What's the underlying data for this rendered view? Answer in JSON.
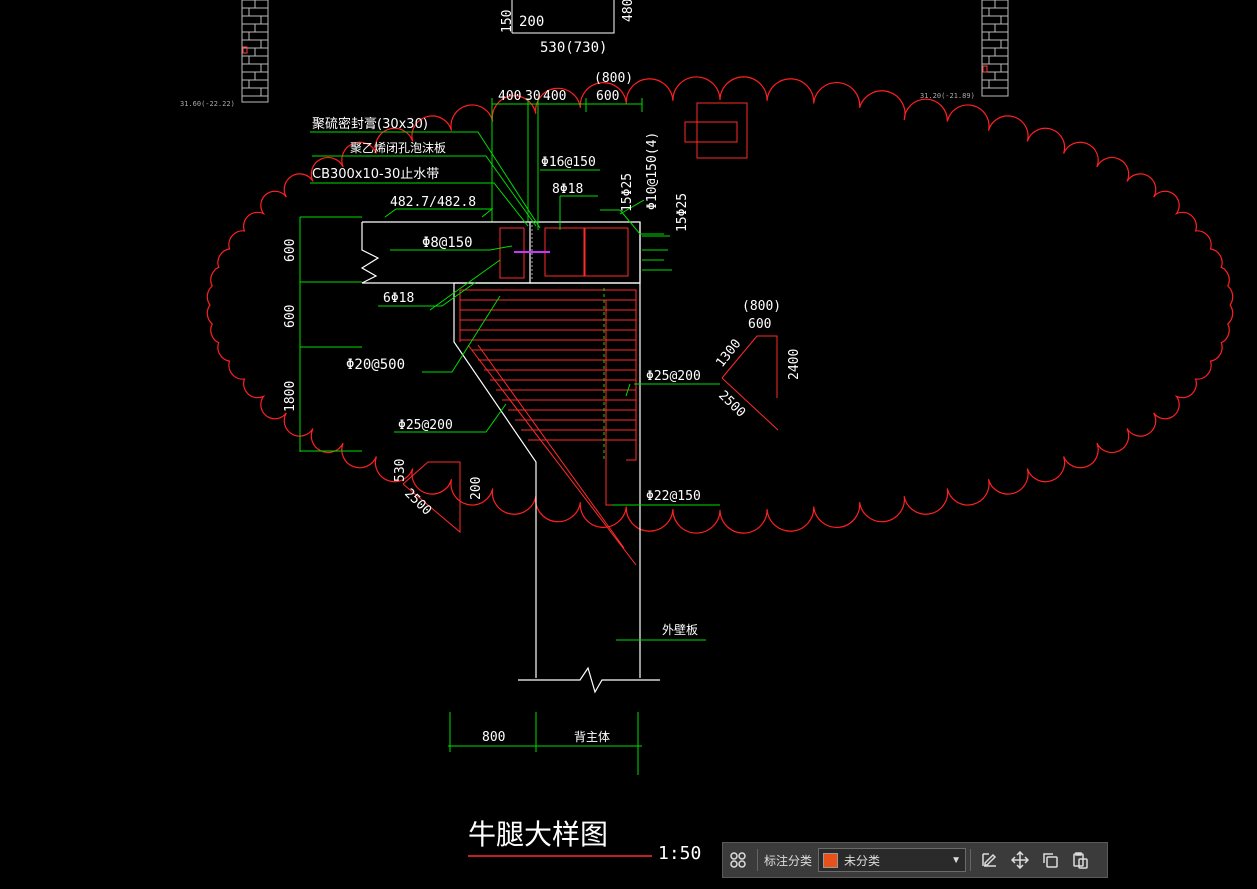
{
  "drawing": {
    "title": "牛腿大样图",
    "scale": "1:50",
    "top_dims": {
      "d150": "150",
      "d200": "200",
      "d480": "480",
      "d530": "530(730)"
    },
    "header_dims": {
      "d400a": "400",
      "d30": "30",
      "d400b": "400",
      "d800": "(800)",
      "d600": "600"
    },
    "elev_left": "31.60(-22.22)",
    "elev_right": "31.20(-21.89)",
    "callouts": {
      "c1": "聚硫密封膏(30x30)",
      "c2": "聚乙烯闭孔泡沫板",
      "c3": "CB300x10-30止水带",
      "c4": "Φ16@150",
      "c5": "8Φ18",
      "c6": "15Φ25",
      "c7": "Φ10@150(4)",
      "c8": "15Φ25",
      "c9": "Φ8@150",
      "c10": "6Φ18",
      "c11": "Φ20@500",
      "c12": "Φ25@200",
      "c13": "Φ25@200",
      "c14": "Φ22@150",
      "c15": "外壁板",
      "c16": "482.7/482.8"
    },
    "left_dims": {
      "v1": "600",
      "v2": "600",
      "v3": "1800"
    },
    "bottom_dims": {
      "b1": "800",
      "b2": "背主体"
    },
    "bend_right": {
      "a": "(800)",
      "b": "600",
      "c": "1300",
      "d": "2400",
      "e": "2500"
    },
    "bend_left": {
      "a": "530",
      "b": "200",
      "c": "2500"
    }
  },
  "toolbar": {
    "label": "标注分类",
    "selected": "未分类",
    "swatch_color": "#e8521a"
  },
  "colors": {
    "cloud": "#ff2020",
    "dim": "#00dd00",
    "text": "#ffffff",
    "rebar": "#ff2a2a",
    "line": "#ffffff",
    "hatch": "#bbbbbb"
  }
}
